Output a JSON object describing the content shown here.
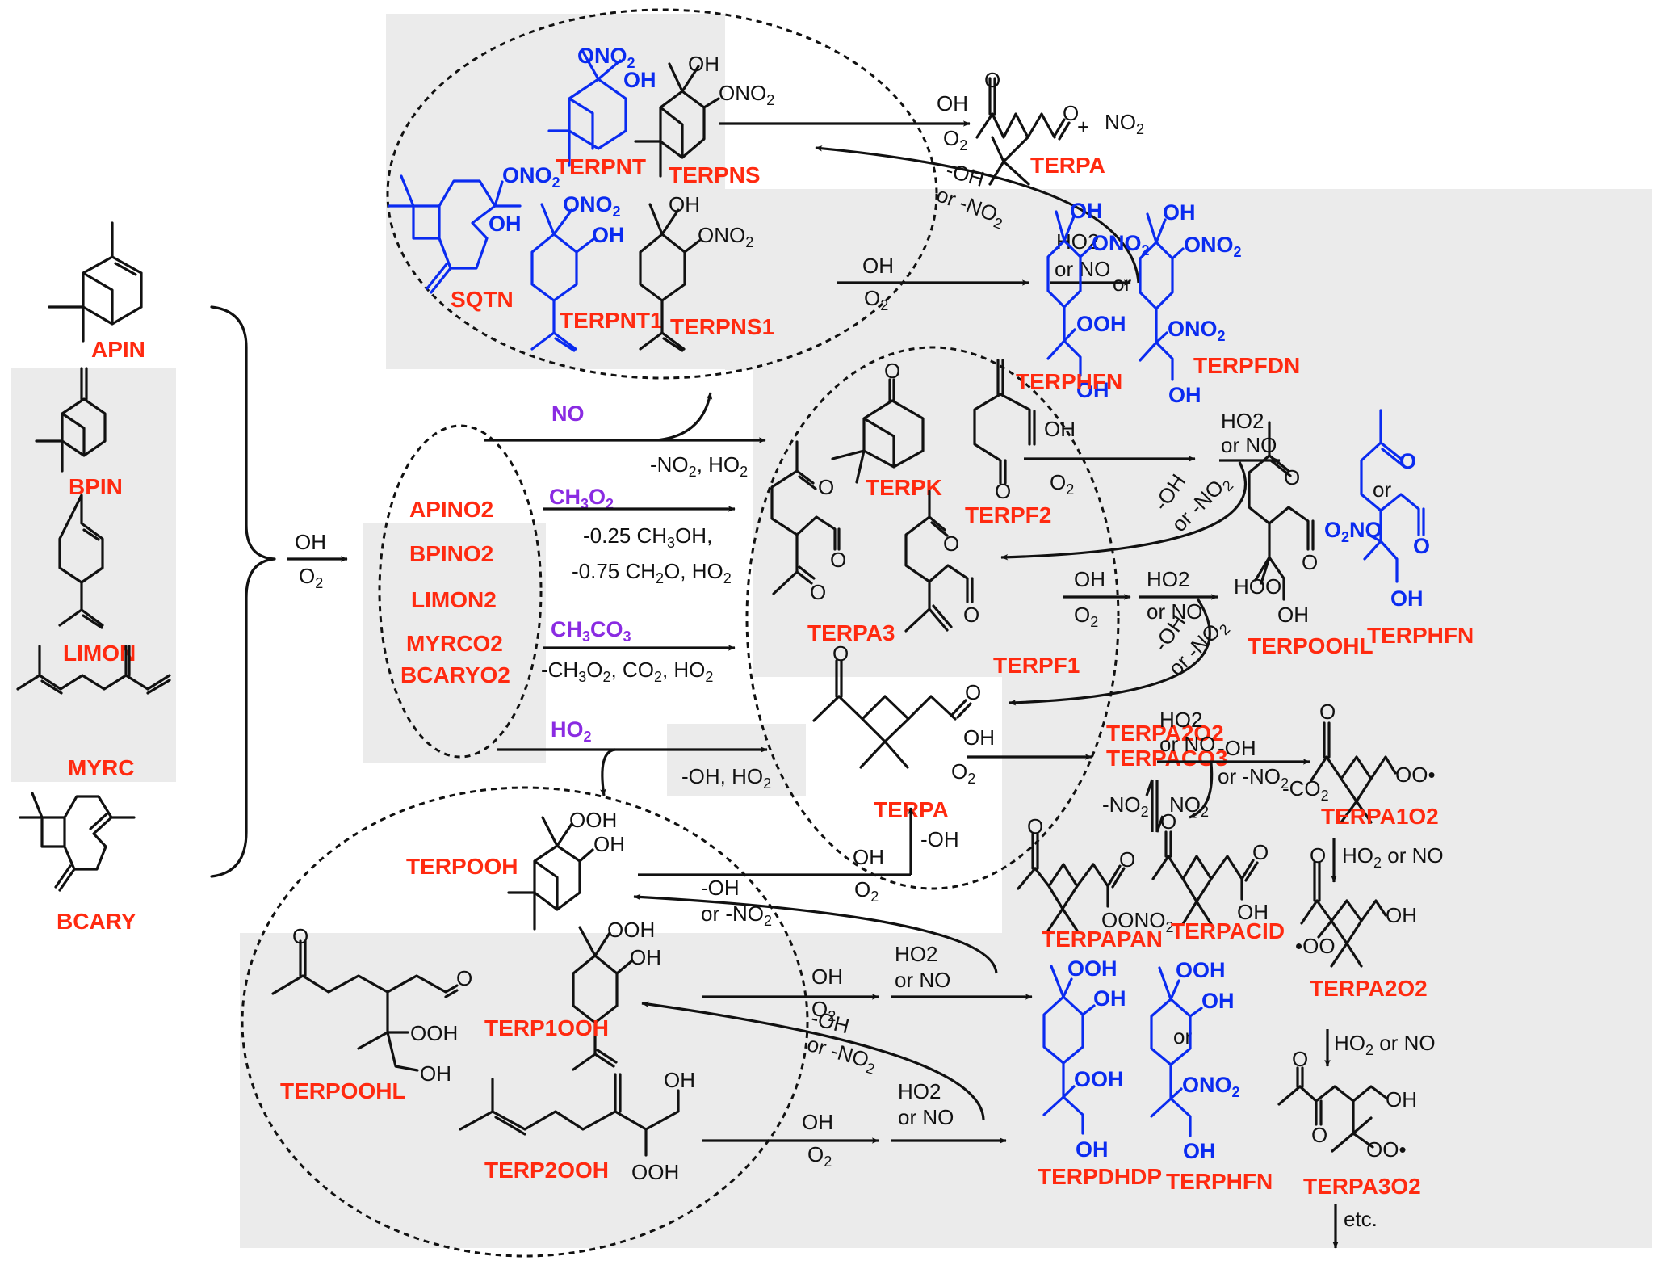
{
  "colors": {
    "species_label": "#ff2a10",
    "reagent": "#8a2be2",
    "nitrate_product": "#0a2bf0",
    "panel_background": "#ebebeb",
    "ink": "#111111"
  },
  "precursors": {
    "items": [
      {
        "label": "APIN"
      },
      {
        "label": "BPIN"
      },
      {
        "label": "LIMON"
      },
      {
        "label": "MYRC"
      },
      {
        "label": "BCARY"
      }
    ],
    "oxidation": {
      "above": "OH",
      "below": "O2"
    }
  },
  "peroxy_radicals": {
    "items": [
      "APINO2",
      "BPINO2",
      "LIMON2",
      "MYRCO2",
      "BCARYO2"
    ]
  },
  "radical_reactions": [
    {
      "reagent": "NO",
      "byproducts": "-NO2, HO2"
    },
    {
      "reagent": "CH3O2",
      "byproducts_line1": "-0.25 CH3OH,",
      "byproducts_line2": "-0.75 CH2O, HO2"
    },
    {
      "reagent": "CH3CO3",
      "byproducts": "-CH3O2, CO2, HO2"
    },
    {
      "reagent": "HO2",
      "byproducts": "-OH, HO2"
    }
  ],
  "nitrates_group": {
    "species": [
      {
        "label": "TERPNT",
        "substituents": [
          "ONO2",
          "OH"
        ],
        "color": "blue"
      },
      {
        "label": "TERPNS",
        "substituents": [
          "OH",
          "ONO2"
        ],
        "color": "black"
      },
      {
        "label": "SQTN",
        "substituents": [
          "ONO2",
          "OH"
        ],
        "color": "blue"
      },
      {
        "label": "TERPNT1",
        "substituents": [
          "ONO2",
          "OH"
        ],
        "color": "blue"
      },
      {
        "label": "TERPNS1",
        "substituents": [
          "OH",
          "ONO2"
        ],
        "color": "black"
      }
    ],
    "terpns_reaction": {
      "above": "OH",
      "below": "O2",
      "product": "TERPA",
      "plus": "+",
      "coproduct": "NO2"
    },
    "terpns1_reaction": {
      "above": "OH",
      "below": "O2",
      "second_above": "HO2",
      "second_below": "or NO",
      "return_line1": "-OH",
      "return_line2": "or -NO2"
    },
    "products": [
      {
        "label": "TERPHFN",
        "substituents": [
          "OH",
          "ONO2",
          "OOH",
          "OH"
        ]
      },
      {
        "label": "TERPFDN",
        "substituents": [
          "OH",
          "ONO2",
          "ONO2",
          "OH"
        ]
      }
    ],
    "or_text": "or"
  },
  "carbonyls_group": {
    "species": [
      {
        "label": "TERPK",
        "substituents": [
          "O"
        ]
      },
      {
        "label": "TERPF2",
        "substituents": [
          "O"
        ]
      },
      {
        "label": "TERPA3",
        "substituents": [
          "O",
          "O",
          "O"
        ]
      },
      {
        "label": "TERPF1",
        "substituents": [
          "O",
          "O"
        ]
      },
      {
        "label": "TERPA",
        "substituents": [
          "O",
          "O"
        ]
      }
    ],
    "terpf2_reaction": {
      "above": "OH",
      "below": "O2",
      "second_above": "HO2",
      "second_below": "or NO",
      "return_line1": "-OH",
      "return_line2": "or -NO2"
    },
    "terpf1_reaction": {
      "above": "OH",
      "below": "O2",
      "second_above": "HO2",
      "second_below": "or NO",
      "return_line1": "-OH",
      "return_line2": "or -NO2"
    },
    "products": [
      {
        "label": "TERPOOHL",
        "substituents": [
          "O",
          "O",
          "HOO",
          "OH"
        ]
      },
      {
        "label": "TERPHFN",
        "substituents": [
          "O",
          "O2NO",
          "O",
          "OH"
        ]
      }
    ],
    "or_text": "or"
  },
  "terpa_chain": {
    "terpa_reaction": {
      "above": "OH",
      "below": "O2"
    },
    "intermediates": [
      "TERPA2O2",
      "TERPACO3"
    ],
    "equilibrium": {
      "left": "-NO2",
      "right": "NO2"
    },
    "main_reaction": {
      "above_line1": "HO2",
      "above_line2": "or NO",
      "right_above": "-OH",
      "right_below": "or -NO2",
      "below": "-CO2"
    },
    "products": [
      {
        "label": "TERPAPAN",
        "substituents": [
          "O",
          "O",
          "OONO2"
        ]
      },
      {
        "label": "TERPACID",
        "substituents": [
          "O",
          "O",
          "OH"
        ]
      },
      {
        "label": "TERPA1O2",
        "substituents": [
          "O",
          "OO•"
        ]
      },
      {
        "label": "TERPA2O2",
        "substituents": [
          "O",
          "•OO",
          "OH"
        ]
      },
      {
        "label": "TERPA3O2",
        "substituents": [
          "O",
          "O",
          "OH",
          "OO•"
        ]
      }
    ],
    "step1": "HO2 or NO",
    "step2": "HO2 or NO",
    "step3": "etc."
  },
  "hydroperoxides_group": {
    "species": [
      {
        "label": "TERPOOH",
        "substituents": [
          "OOH",
          "OH"
        ]
      },
      {
        "label": "TERPOOHL",
        "substituents": [
          "O",
          "O",
          "OOH",
          "OH"
        ]
      },
      {
        "label": "TERP1OOH",
        "substituents": [
          "OOH",
          "OH"
        ]
      },
      {
        "label": "TERP2OOH",
        "substituents": [
          "OH",
          "OOH"
        ]
      }
    ],
    "terpooh_reaction": {
      "above": "OH",
      "below": "O2",
      "up_label": "-OH",
      "return_line1": "-OH",
      "return_line2": "or -NO2"
    },
    "terp1ooh_reaction": {
      "above": "OH",
      "below": "O2",
      "second_above": "HO2",
      "second_below": "or NO",
      "return_line1": "-OH",
      "return_line2": "or -NO2"
    },
    "terp2ooh_reaction": {
      "above": "OH",
      "below": "O2",
      "second_above": "HO2",
      "second_below": "or NO"
    },
    "products": [
      {
        "label": "TERPDHDP",
        "substituents": [
          "OOH",
          "OH",
          "OOH",
          "OH"
        ]
      },
      {
        "label": "TERPHFN",
        "substituents": [
          "OOH",
          "OH",
          "ONO2",
          "OH"
        ]
      }
    ],
    "or_text": "or"
  }
}
